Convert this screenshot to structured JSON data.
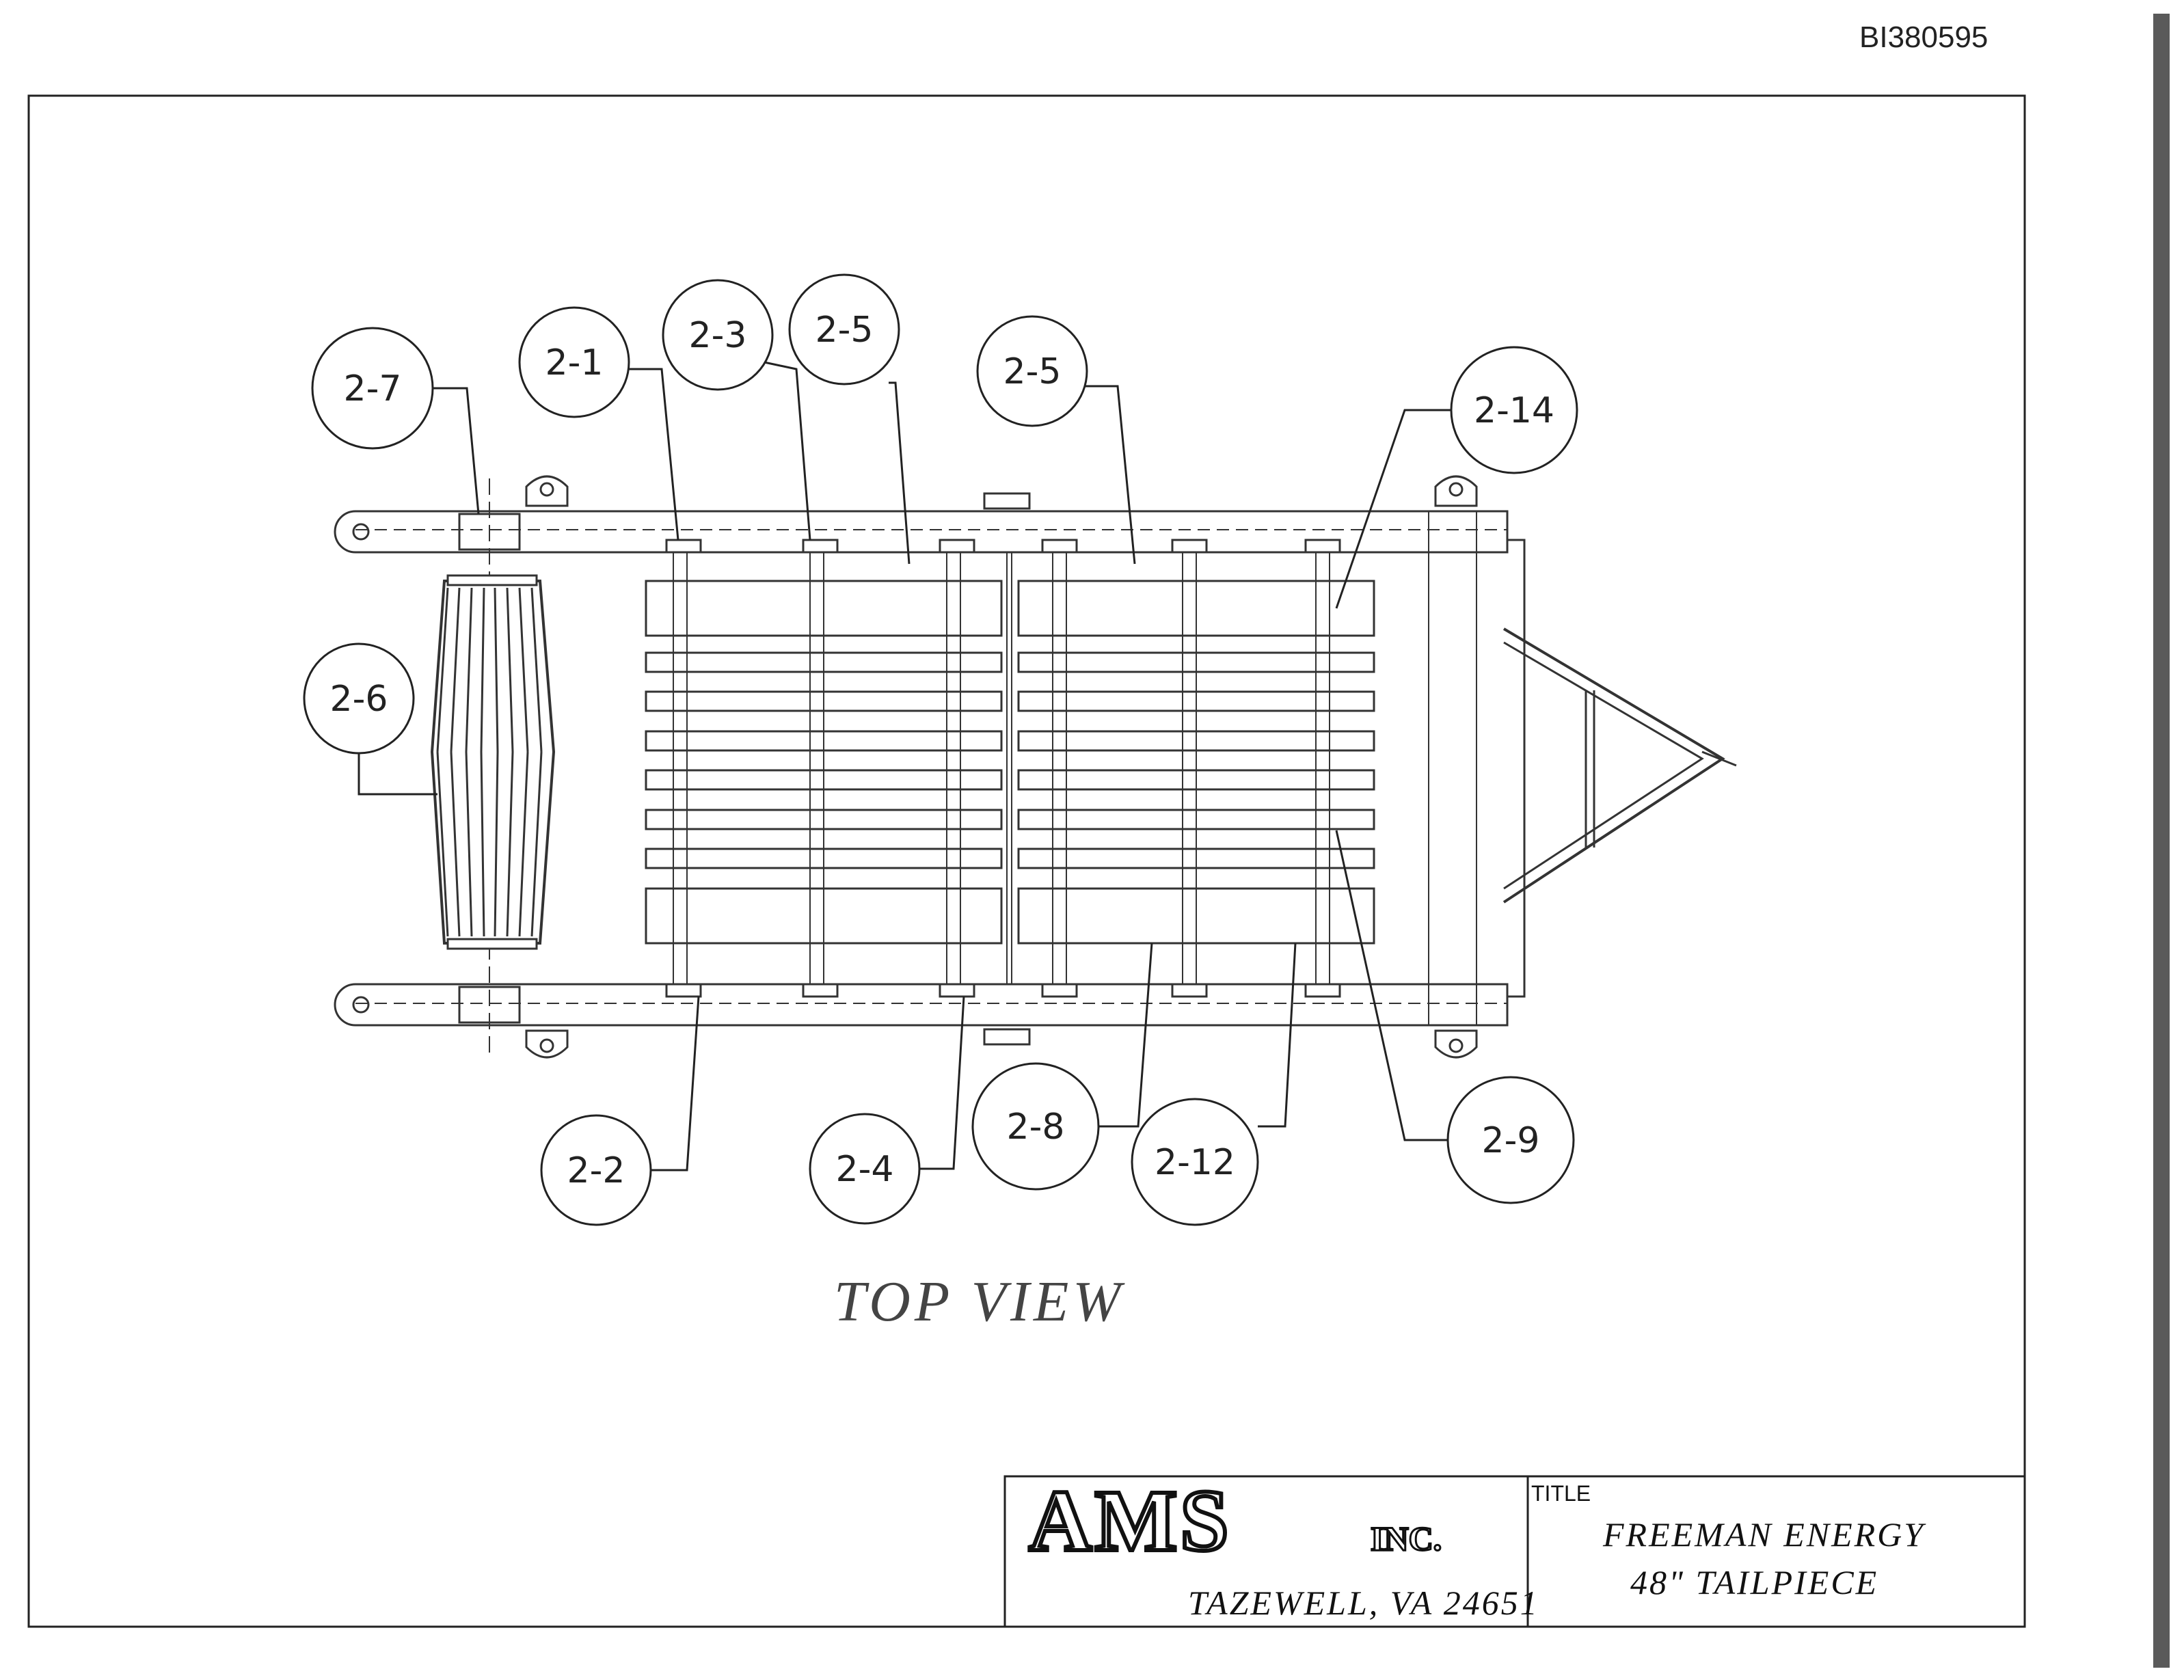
{
  "document_id": "BI380595",
  "view_title": "TOP VIEW",
  "callouts": [
    {
      "id": "c-2-7",
      "label": "2-7"
    },
    {
      "id": "c-2-1",
      "label": "2-1"
    },
    {
      "id": "c-2-3",
      "label": "2-3"
    },
    {
      "id": "c-2-5a",
      "label": "2-5"
    },
    {
      "id": "c-2-5b",
      "label": "2-5"
    },
    {
      "id": "c-2-14",
      "label": "2-14"
    },
    {
      "id": "c-2-6",
      "label": "2-6"
    },
    {
      "id": "c-2-2",
      "label": "2-2"
    },
    {
      "id": "c-2-4",
      "label": "2-4"
    },
    {
      "id": "c-2-8",
      "label": "2-8"
    },
    {
      "id": "c-2-12",
      "label": "2-12"
    },
    {
      "id": "c-2-9",
      "label": "2-9"
    }
  ],
  "title_block": {
    "company_logo": "AMS",
    "company_suffix": "INC.",
    "location": "TAZEWELL, VA 24651",
    "title_label": "TITLE",
    "title_line1": "FREEMAN ENERGY",
    "title_line2": "48\" TAILPIECE"
  }
}
